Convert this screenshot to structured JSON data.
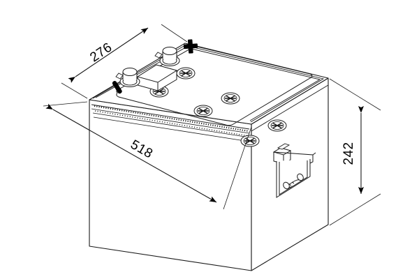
{
  "drawing": {
    "type": "technical-line-drawing",
    "subject": "automotive-truck-battery",
    "projection": "isometric",
    "background_color": "#ffffff",
    "line_color": "#1a1a1a",
    "units": "mm"
  },
  "dimensions": {
    "width": {
      "label": "276",
      "name": "width-dimension",
      "orientation": "upper-left-diagonal"
    },
    "length": {
      "label": "518",
      "name": "length-dimension",
      "orientation": "lower-left-diagonal"
    },
    "height": {
      "label": "242",
      "name": "height-dimension",
      "orientation": "vertical-right"
    }
  },
  "battery": {
    "terminals": [
      {
        "name": "negative-terminal",
        "polarity_marking": "−"
      },
      {
        "name": "positive-terminal",
        "polarity_marking": "+"
      }
    ],
    "vent_caps_count": 6,
    "handle": "side-carry-handle",
    "lid": "top-lid-panel"
  }
}
